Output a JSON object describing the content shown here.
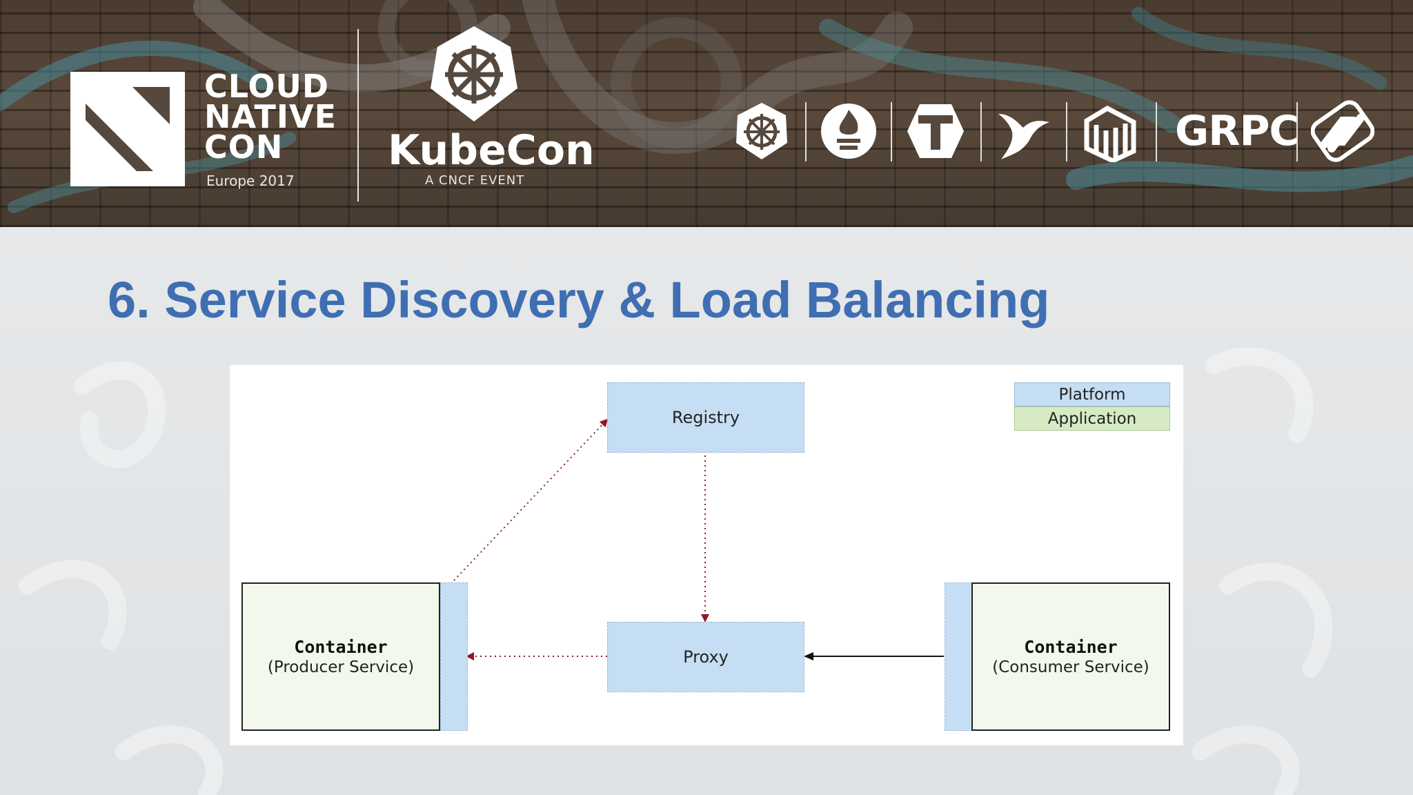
{
  "header": {
    "event_title_lines": [
      "CLOUD",
      "NATIVE",
      "CON"
    ],
    "event_edition": "Europe 2017",
    "kubecon_title": "KubeCon",
    "kubecon_subtitle": "A CNCF EVENT",
    "project_icons": [
      "kubernetes-icon",
      "prometheus-icon",
      "opentracing-icon",
      "fluentd-icon",
      "linkerd-icon",
      "grpc-logo",
      "coredns-icon"
    ],
    "grpc_text": "GRPC"
  },
  "slide": {
    "title": "6. Service Discovery & Load Balancing"
  },
  "diagram": {
    "legend": {
      "platform": "Platform",
      "application": "Application"
    },
    "nodes": {
      "registry": "Registry",
      "proxy": "Proxy",
      "producer": {
        "title": "Container",
        "subtitle": "(Producer Service)"
      },
      "consumer": {
        "title": "Container",
        "subtitle": "(Consumer Service)"
      }
    },
    "colors": {
      "platform": "#c6def3",
      "application": "#f2f9ec",
      "legend_application": "#d6ebc4",
      "arrow_dotted": "#8b1a2b",
      "arrow_solid": "#111111",
      "title": "#3f6eb2"
    }
  }
}
